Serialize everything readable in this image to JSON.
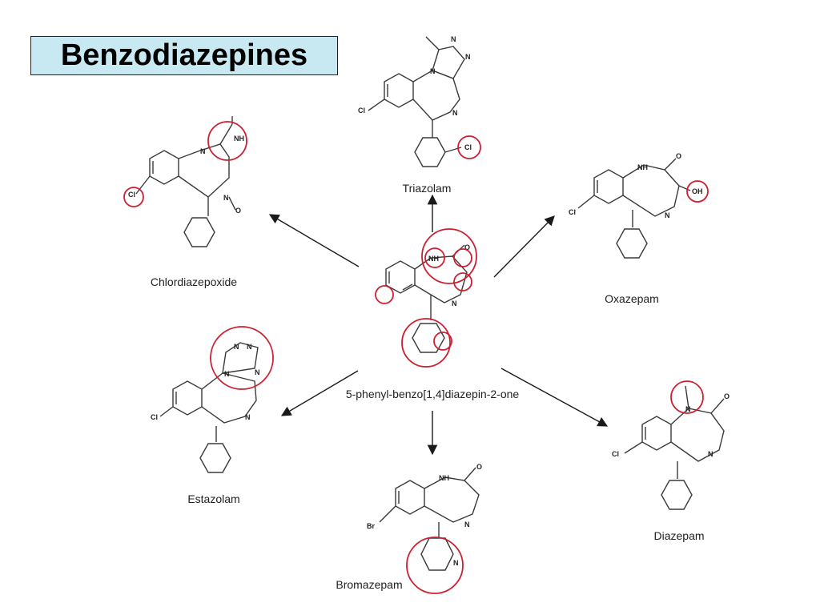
{
  "title": "Benzodiazepines",
  "center": {
    "name": "5-phenyl-benzo[1,4]diazepin-2-one"
  },
  "compounds": {
    "triazolam": "Triazolam",
    "chlordiazepoxide": "Chlordiazepoxide",
    "oxazepam": "Oxazepam",
    "estazolam": "Estazolam",
    "bromazepam": "Bromazepam",
    "diazepam": "Diazepam"
  },
  "atoms": {
    "n": "N",
    "nh": "NH",
    "o": "O",
    "oh": "OH",
    "cl": "Cl",
    "br": "Br",
    "n_oxide": "N"
  },
  "colors": {
    "highlight": "#cc2030",
    "title_bg": "#c9e9f2",
    "bond": "#3a3a3a"
  }
}
